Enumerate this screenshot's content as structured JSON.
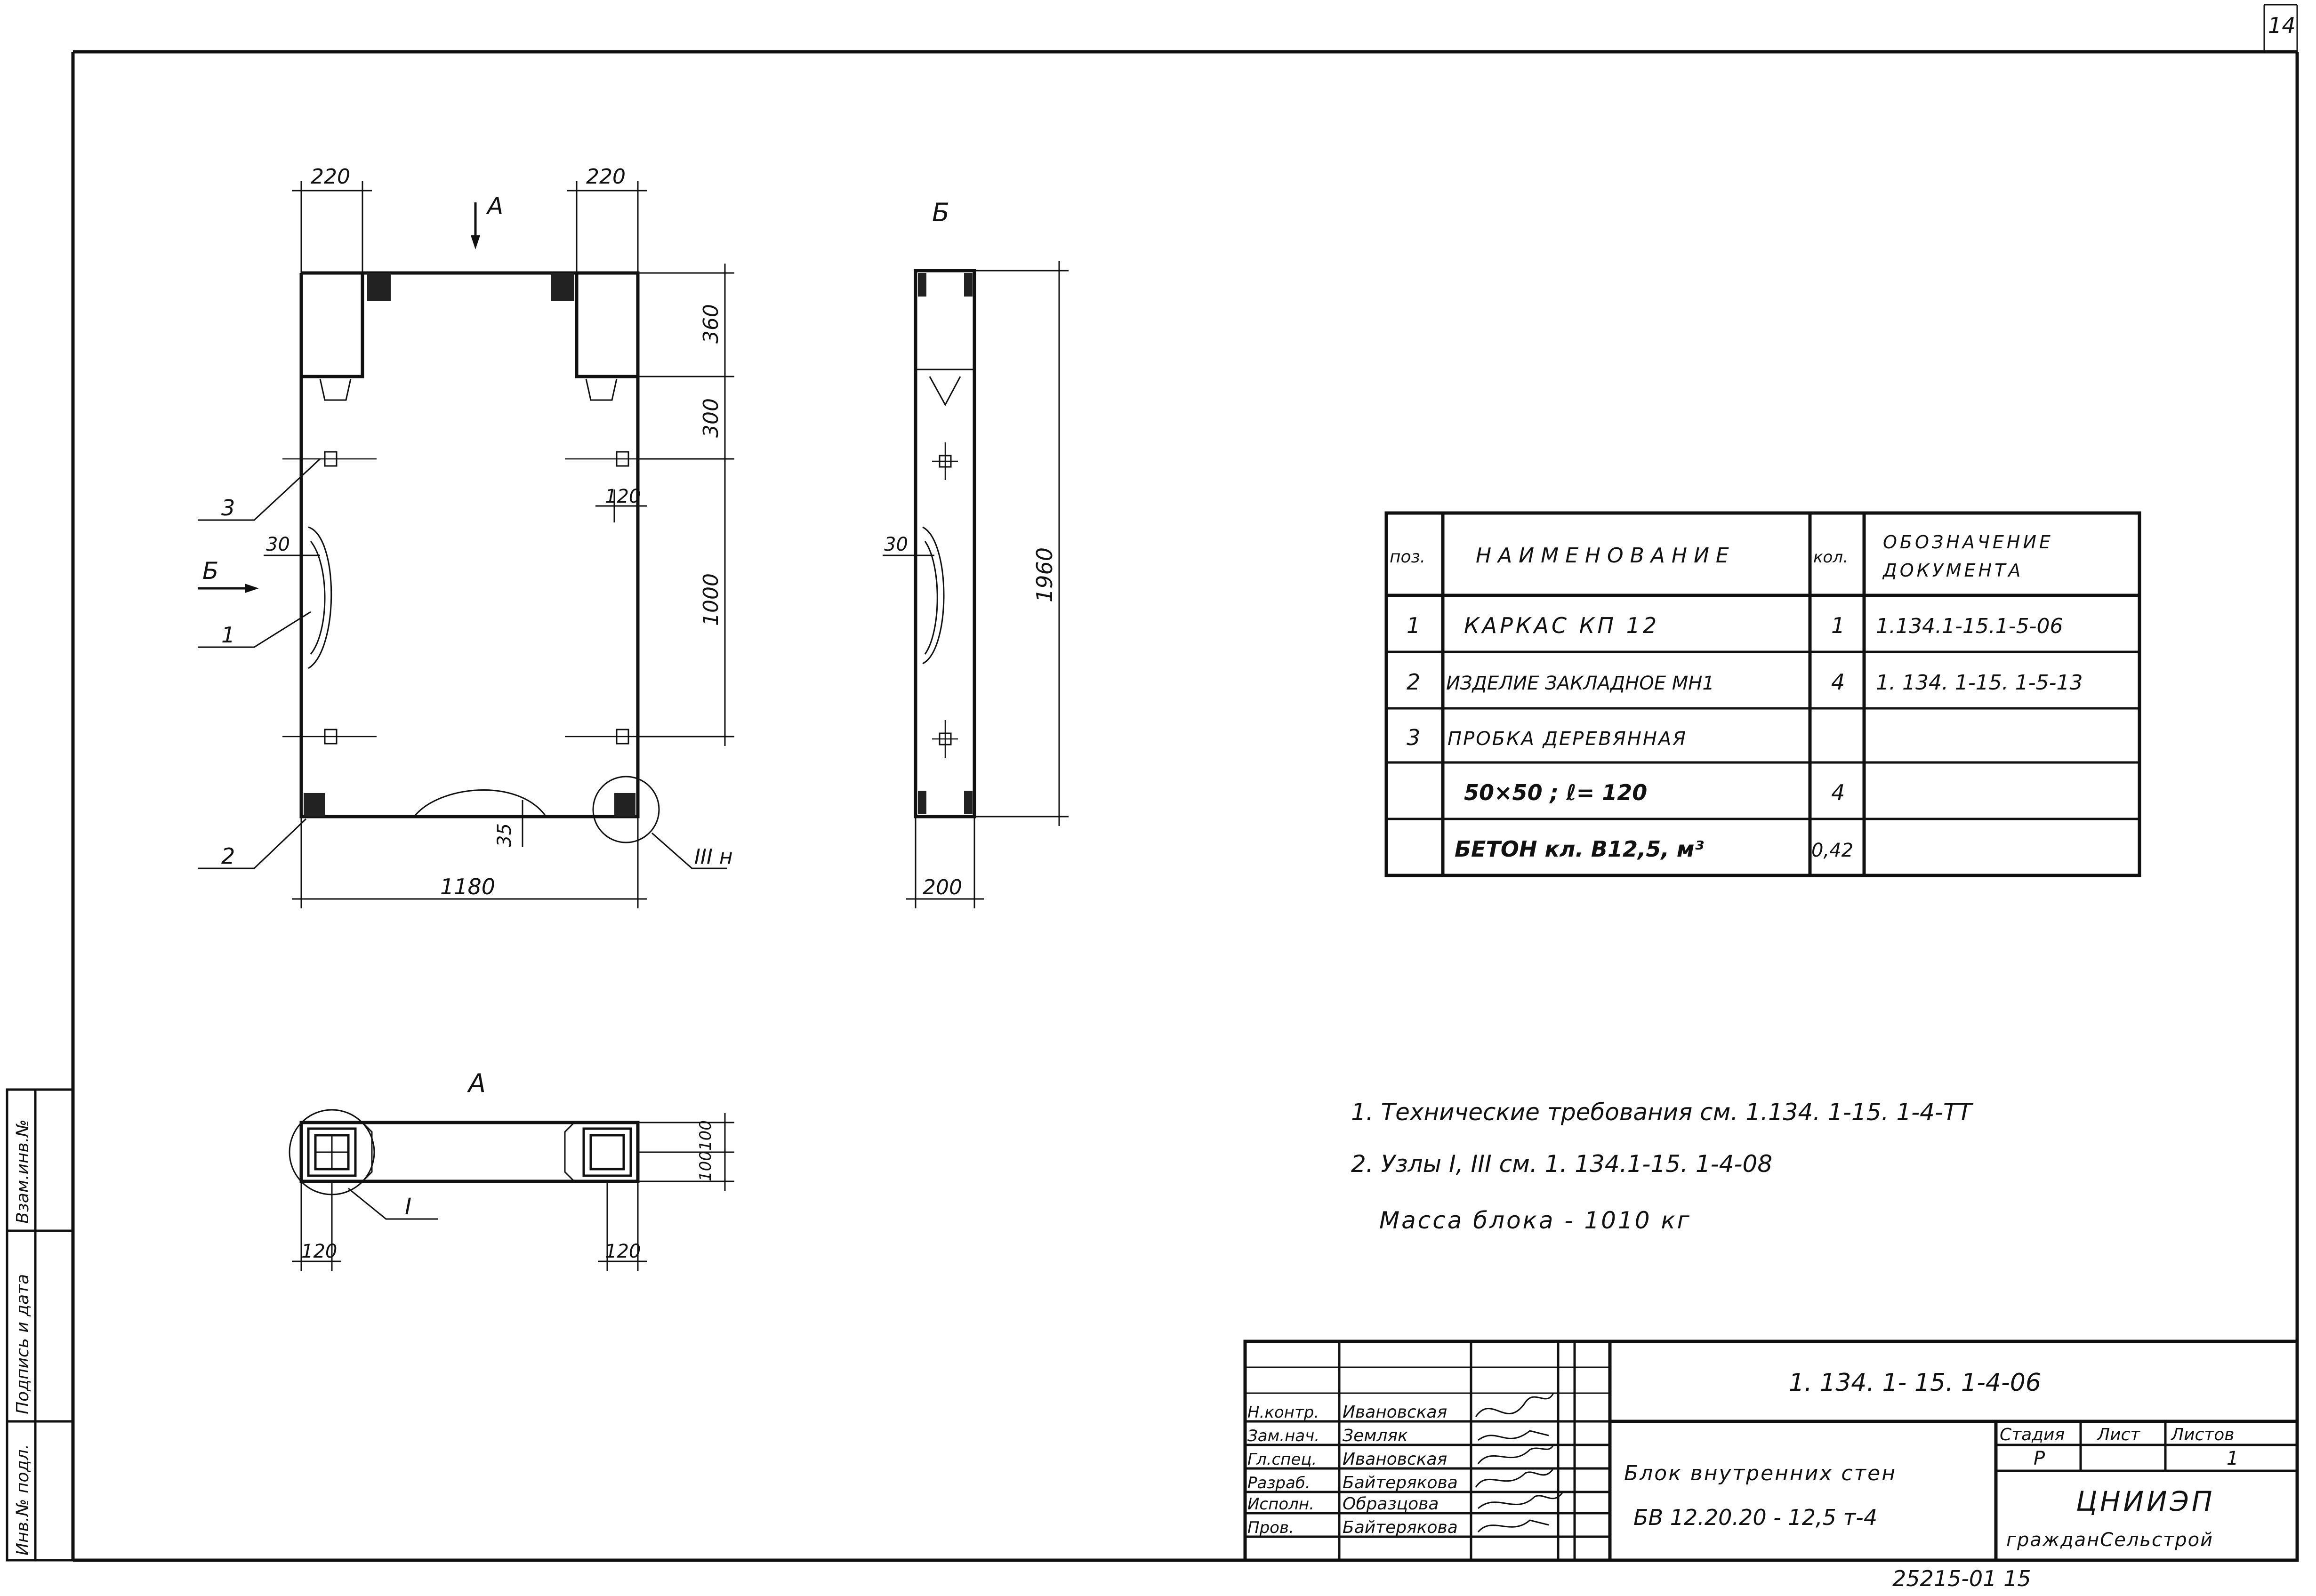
{
  "sheet": {
    "page_number": "14",
    "bottom_stamp": "25215-01   15"
  },
  "plan": {
    "dims": {
      "top_left": "220",
      "top_right": "220",
      "right_1": "360",
      "right_2": "300",
      "right_3": "1000",
      "inner": "120",
      "left_offset": "30",
      "bottom_35": "35",
      "width": "1180"
    },
    "labels": {
      "arrow_a": "А",
      "arrow_b": "Б",
      "callout_3": "3",
      "callout_1": "1",
      "callout_2": "2",
      "node_iii": "III н"
    }
  },
  "section_b": {
    "title": "Б",
    "dims": {
      "left_offset": "30",
      "height": "1960",
      "width": "200"
    }
  },
  "view_a": {
    "title": "А",
    "dims": {
      "top": "100",
      "top2": "100",
      "left": "120",
      "right": "120"
    },
    "node_label": "I"
  },
  "spec_table": {
    "headers": {
      "pos": "поз.",
      "name": "НАИМЕНОВАНИЕ",
      "qty": "кол.",
      "doc_line1": "ОБОЗНАЧЕНИЕ",
      "doc_line2": "ДОКУМЕНТА"
    },
    "rows": [
      {
        "pos": "1",
        "name": "КАРКАС   КП 12",
        "qty": "1",
        "doc": "1.134.1-15.1-5-06"
      },
      {
        "pos": "2",
        "name": "ИЗДЕЛИЕ ЗАКЛАДНОЕ МН1",
        "qty": "4",
        "doc": "1. 134. 1-15. 1-5-13"
      },
      {
        "pos": "3",
        "name": "ПРОБКА ДЕРЕВЯННАЯ",
        "qty": "",
        "doc": ""
      },
      {
        "pos": "",
        "name": "50×50 ; ℓ= 120",
        "qty": "4",
        "doc": ""
      },
      {
        "pos": "",
        "name": "БЕТОН  кл. В12,5, м³",
        "qty": "0,42",
        "doc": ""
      }
    ]
  },
  "notes": [
    "1. Технические  требования  см. 1.134. 1-15. 1-4-ТТ",
    "2. Узлы  I, III  см. 1. 134.1-15. 1-4-08",
    "Масса  блока - 1010 кг"
  ],
  "title_block": {
    "code": "1. 134. 1- 15. 1-4-06",
    "staff": [
      {
        "role": "Н.контр.",
        "name": "Ивановская"
      },
      {
        "role": "Зам.нач.",
        "name": "Земляк"
      },
      {
        "role": "Гл.спец.",
        "name": "Ивановская"
      },
      {
        "role": "Разраб.",
        "name": "Байтерякова"
      },
      {
        "role": "Исполн.",
        "name": "Образцова"
      },
      {
        "role": "Пров.",
        "name": "Байтерякова"
      }
    ],
    "description_line1": "Блок внутренних стен",
    "description_line2": "БВ 12.20.20 - 12,5 т-4",
    "stage_header": "Стадия",
    "sheet_header": "Лист",
    "sheets_header": "Листов",
    "stage": "Р",
    "sheet": "",
    "sheets": "1",
    "org_line1": "ЦНИИЭП",
    "org_line2": "гражданСельстрой"
  },
  "left_strip": {
    "labels": [
      "Взам.инв.№",
      "Подпись и дата",
      "Инв.№ подл."
    ]
  }
}
